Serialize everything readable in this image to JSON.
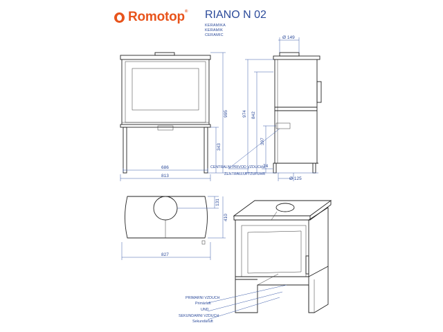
{
  "brand": {
    "name": "Romotop",
    "mark": "®",
    "color": "#e8541c"
  },
  "model": "RIANO N 02",
  "materials": [
    "KERAMIKA",
    "KERAMIK",
    "CERAMIC"
  ],
  "dimensions": {
    "width_inner": "686",
    "width_total": "813",
    "height_total": "995",
    "height_legs": "343",
    "height_side_a": "974",
    "height_side_b": "842",
    "height_air": "397",
    "offset_back": "74",
    "flue_diameter": "Ø 149",
    "air_diameter": "Ø 125",
    "depth_collar": "131",
    "depth_total": "410",
    "plan_width": "827"
  },
  "labels": {
    "central_air_cz": "CENTRALNI PRIVOD VZDUCHU",
    "central_air_de": "ZENTRALLUFTZUFUHR",
    "primary_cz": "PRIMARNI VZDUCH",
    "primary_de": "Primärluft",
    "and_cz": "UND",
    "secondary_cz": "SEKUNDARNI VZDUCH",
    "secondary_de": "Sekundärluft"
  },
  "colors": {
    "dimension": "#2b4a9a",
    "outline": "#222222"
  }
}
